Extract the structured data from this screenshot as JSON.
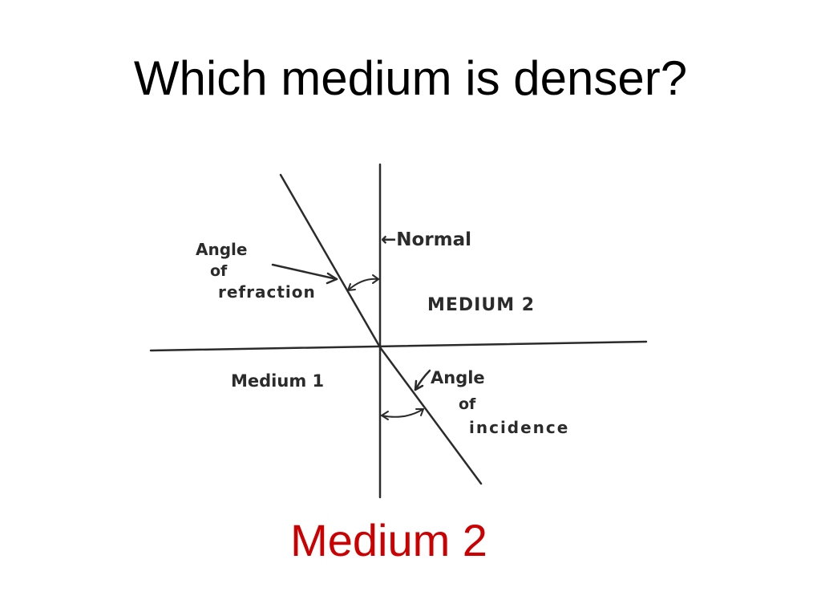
{
  "slide": {
    "title": "Which medium is denser?",
    "answer": "Medium 2",
    "answer_color": "#cc0000"
  },
  "diagram": {
    "labels": {
      "normal": "←Normal",
      "medium_2": "MEDIUM 2",
      "medium_1": "Medium 1",
      "angle_refraction_line1": "Angle",
      "angle_refraction_line2": "of",
      "angle_refraction_line3": "refraction",
      "angle_incidence_line1": "Angle",
      "angle_incidence_line2": "of",
      "angle_incidence_line3": "incidence"
    },
    "ink_color": "#2b2b2b"
  }
}
